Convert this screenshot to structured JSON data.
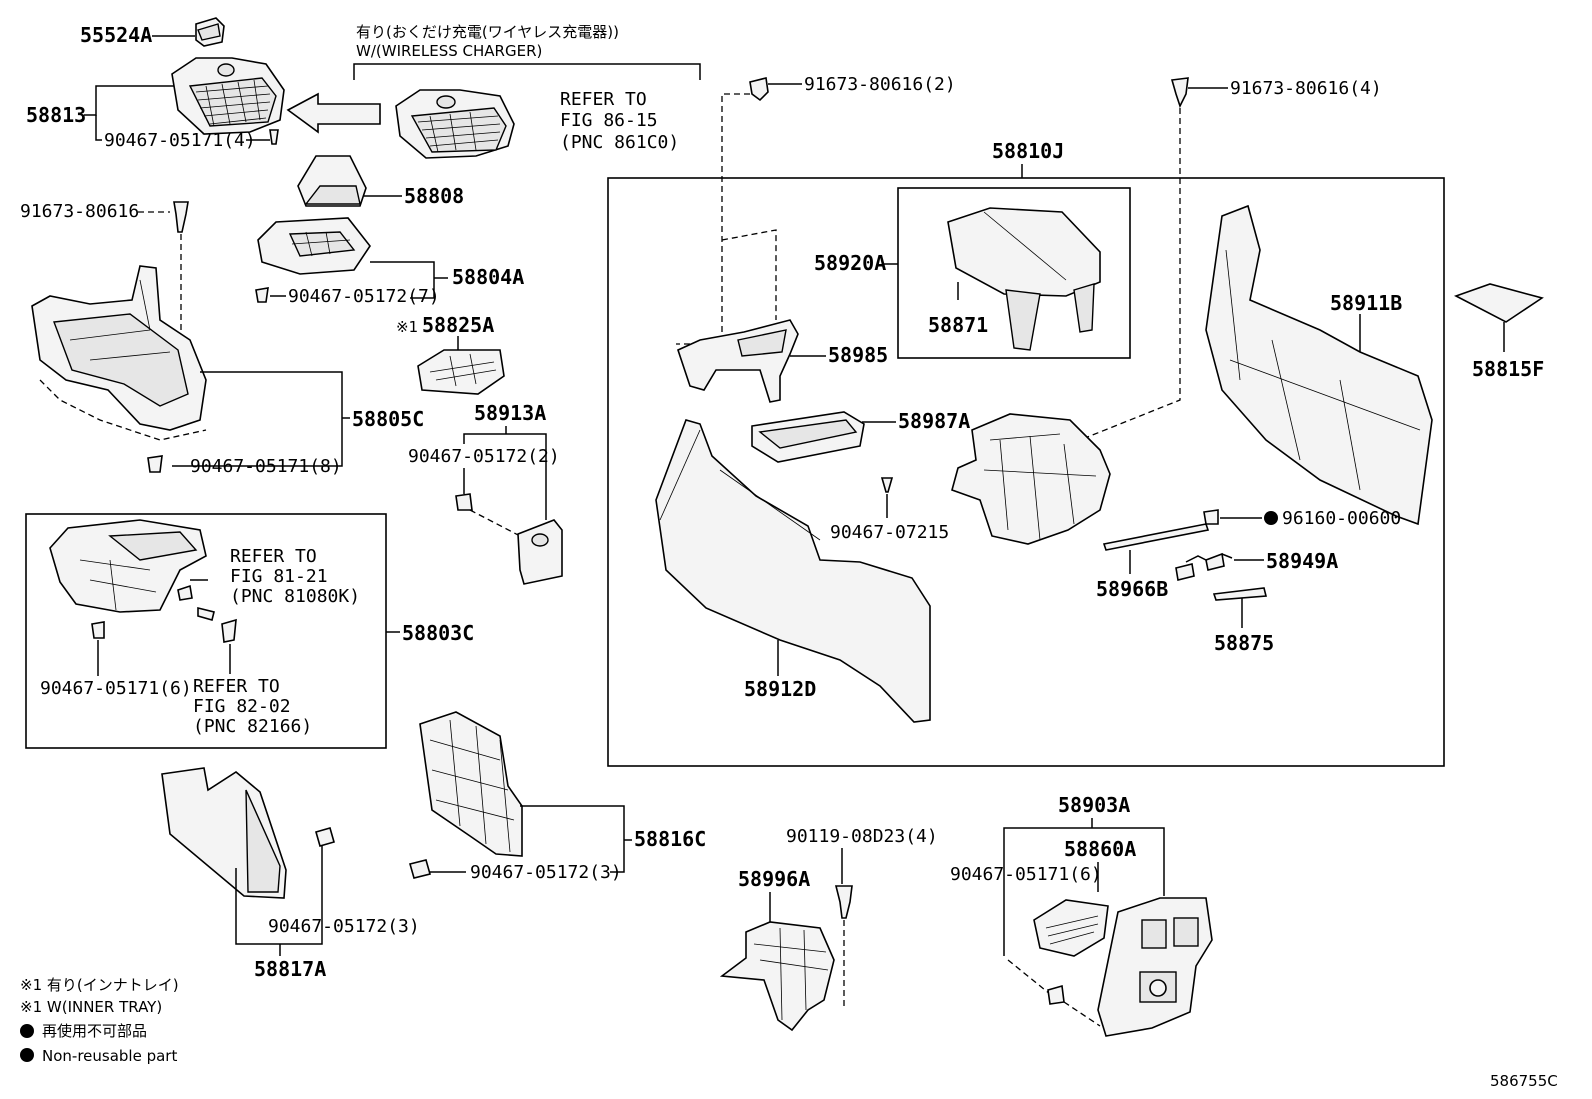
{
  "wireless_note": {
    "jp": "有り(おくだけ充電(ワイヤレス充電器))",
    "en": "W/(WIRELESS CHARGER)"
  },
  "refer_wireless": [
    "REFER TO",
    "FIG 86-15",
    "(PNC 861C0)"
  ],
  "refer_81": [
    "REFER TO",
    "FIG 81-21",
    "(PNC 81080K)"
  ],
  "refer_82": [
    "REFER TO",
    "FIG 82-02",
    "(PNC 82166)"
  ],
  "labels": {
    "p55524A": "55524A",
    "p58813": "58813",
    "p90467_05171_4": "90467-05171(4)",
    "p58808": "58808",
    "p91673_80616": "91673-80616",
    "p58804A": "58804A",
    "p90467_05172_7": "90467-05172(7)",
    "p58825A_mark": "※1",
    "p58825A": "58825A",
    "p58805C": "58805C",
    "p90467_05171_8": "90467-05171(8)",
    "p58913A": "58913A",
    "p90467_05172_2": "90467-05172(2)",
    "p58803C": "58803C",
    "p90467_05171_6a": "90467-05171(6)",
    "p58816C": "58816C",
    "p90467_05172_3a": "90467-05172(3)",
    "p90467_05172_3b": "90467-05172(3)",
    "p58817A": "58817A",
    "p91673_80616_2": "91673-80616(2)",
    "p91673_80616_4": "91673-80616(4)",
    "p58810J": "58810J",
    "p58920A": "58920A",
    "p58871": "58871",
    "p58985": "58985",
    "p58987A": "58987A",
    "p90467_07215": "90467-07215",
    "p58912D": "58912D",
    "p58911B": "58911B",
    "p58815F": "58815F",
    "p96160_00600": "96160-00600",
    "p58949A": "58949A",
    "p58966B": "58966B",
    "p58875": "58875",
    "p90119_08D23_4": "90119-08D23(4)",
    "p58996A": "58996A",
    "p58903A": "58903A",
    "p58860A": "58860A",
    "p90467_05171_6b": "90467-05171(6)"
  },
  "legend": {
    "line1": "※1 有り(インナトレイ)",
    "line2": "※1 W(INNER TRAY)",
    "line3": "再使用不可部品",
    "line4": "Non-reusable part"
  },
  "figure_code": "586755C"
}
